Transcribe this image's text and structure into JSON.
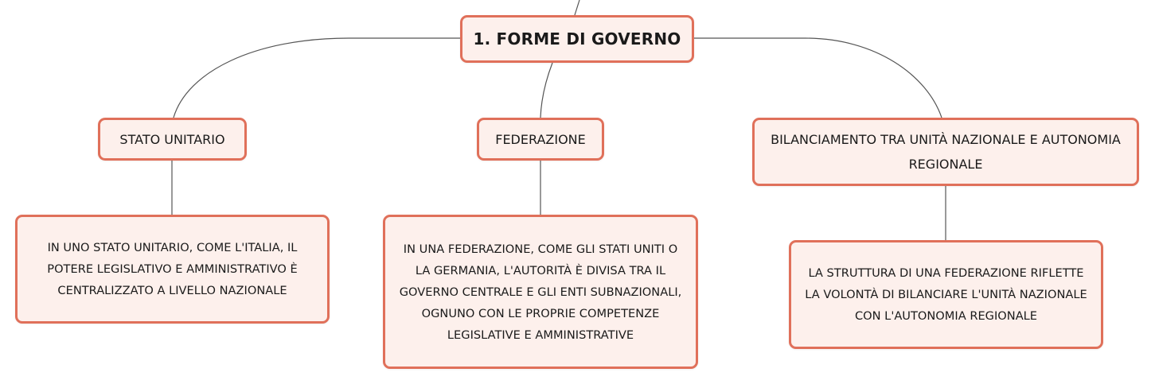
{
  "root": {
    "label": "1. FORME DI GOVERNO"
  },
  "branches": [
    {
      "title": "STATO UNITARIO",
      "detail": "IN UNO STATO UNITARIO, COME L'ITALIA, IL POTERE LEGISLATIVO E AMMINISTRATIVO È CENTRALIZZATO A LIVELLO NAZIONALE"
    },
    {
      "title": "FEDERAZIONE",
      "detail": "IN UNA FEDERAZIONE, COME GLI STATI UNITI O LA GERMANIA, L'AUTORITÀ È DIVISA TRA IL GOVERNO CENTRALE E GLI ENTI SUBNAZIONALI, OGNUNO CON LE PROPRIE COMPETENZE LEGISLATIVE E AMMINISTRATIVE"
    },
    {
      "title": "BILANCIAMENTO TRA UNITÀ NAZIONALE E AUTONOMIA REGIONALE",
      "detail": "LA STRUTTURA DI UNA FEDERAZIONE RIFLETTE LA VOLONTÀ DI BILANCIARE L'UNITÀ NAZIONALE CON L'AUTONOMIA REGIONALE"
    }
  ],
  "colors": {
    "node_border": "#e0705a",
    "node_fill": "#fdf0ec",
    "connector": "#555555"
  }
}
